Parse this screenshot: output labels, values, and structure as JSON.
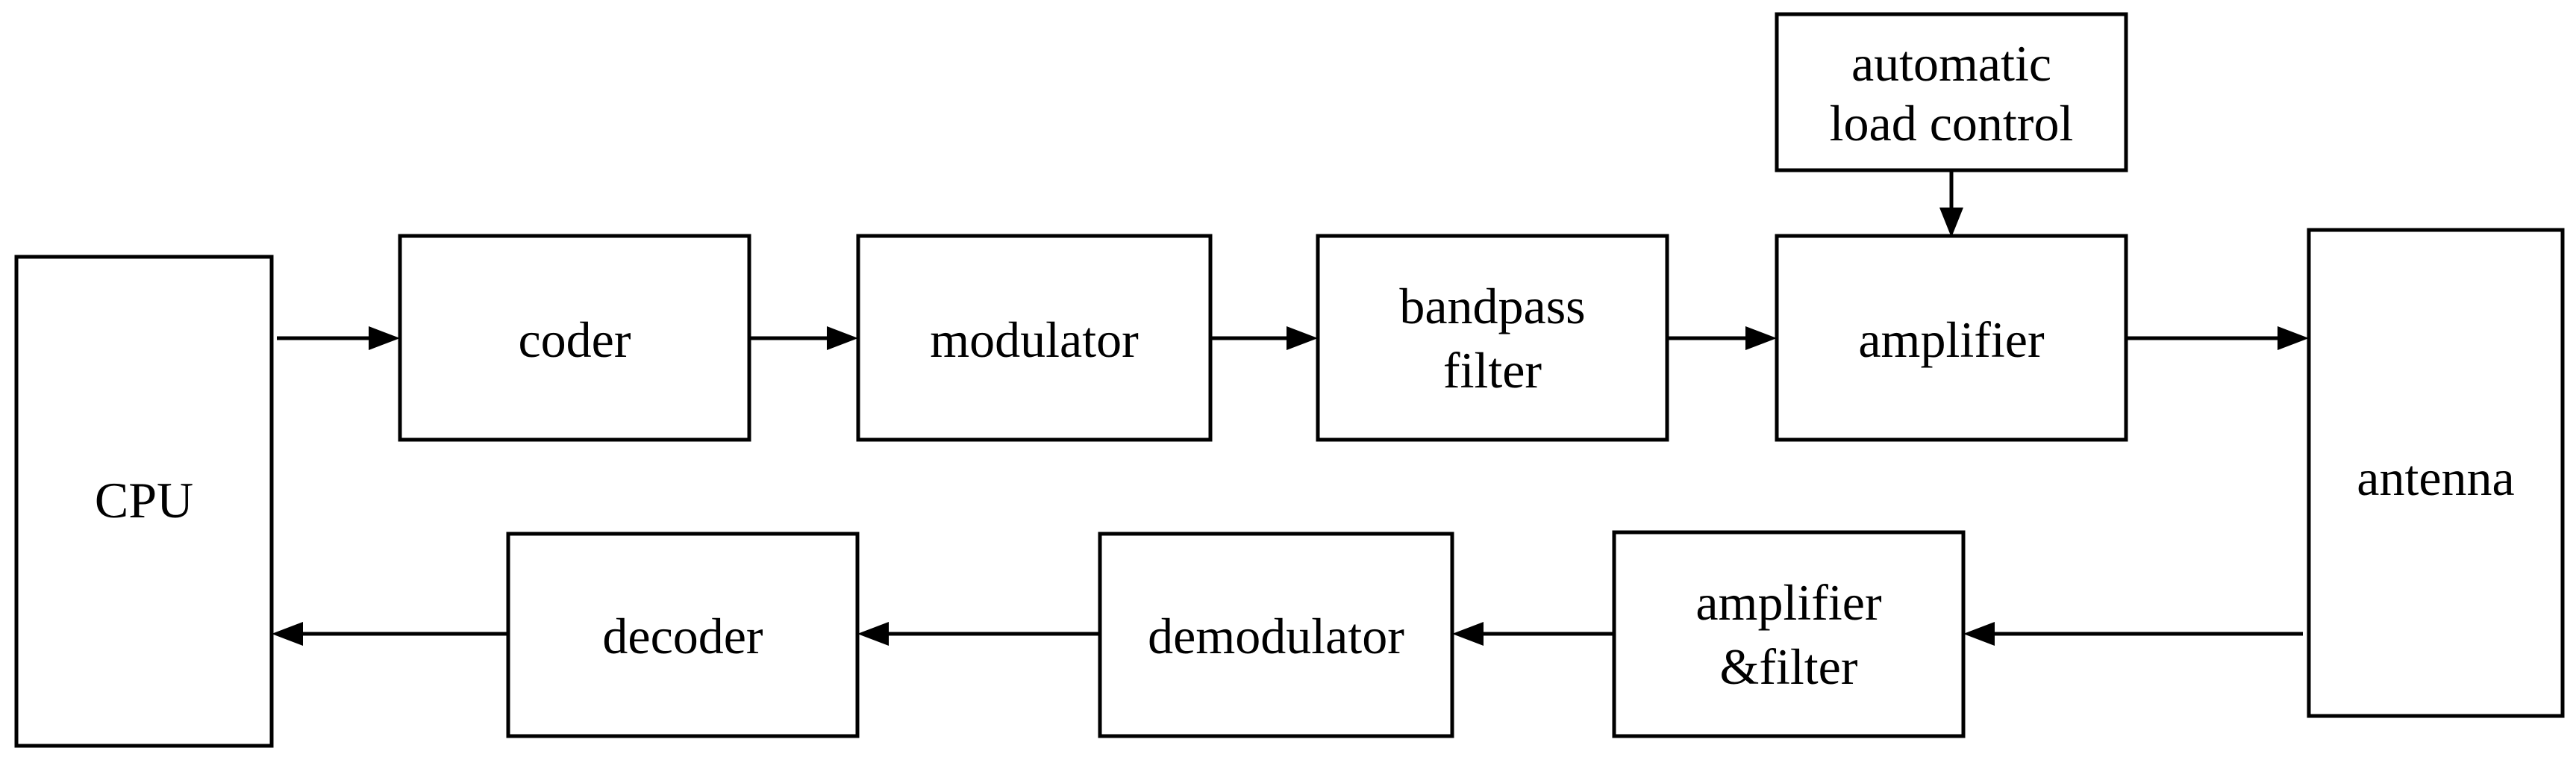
{
  "blocks": {
    "automatic_load_control": {
      "lines": [
        "automatic",
        "load control"
      ]
    },
    "cpu": {
      "lines": [
        "CPU"
      ]
    },
    "coder": {
      "lines": [
        "coder"
      ]
    },
    "modulator": {
      "lines": [
        "modulator"
      ]
    },
    "bandpass_filter": {
      "lines": [
        "bandpass",
        "filter"
      ]
    },
    "amplifier": {
      "lines": [
        "amplifier"
      ]
    },
    "antenna": {
      "lines": [
        "antenna"
      ]
    },
    "decoder": {
      "lines": [
        "decoder"
      ]
    },
    "demodulator": {
      "lines": [
        "demodulator"
      ]
    },
    "amplifier_filter": {
      "lines": [
        "amplifier",
        "&filter"
      ]
    }
  }
}
